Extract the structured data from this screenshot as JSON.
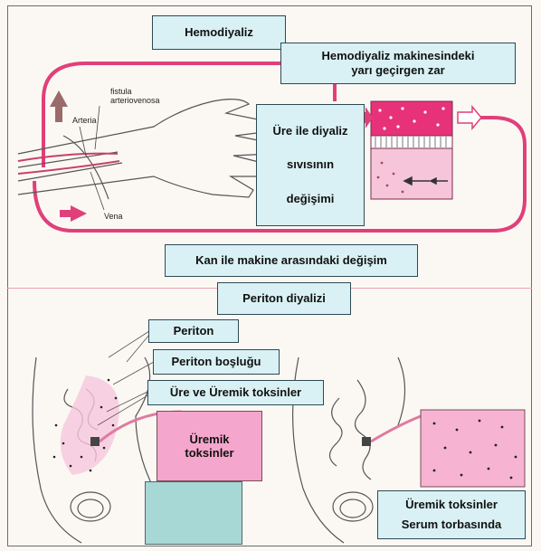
{
  "hemodialysis": {
    "title": "Hemodiyaliz",
    "membrane_line1": "Hemodiyaliz makinesindeki",
    "membrane_line2": "yarı geçirgen zar",
    "exchange_line1": "Üre ile diyaliz",
    "exchange_line2": "sıvısının",
    "exchange_line3": "değişimi",
    "fistula_line1": "fistula",
    "fistula_line2": "arteriovenosa",
    "arteria": "Arteria",
    "vena": "Vena",
    "caption": "Kan ile makine arasındaki değişim"
  },
  "peritoneal": {
    "title": "Periton diyalizi",
    "periton": "Periton",
    "cavity": "Periton boşluğu",
    "toxins_label": "Üre ve Üremik toksinler",
    "toxin_box_line1": "Üremik",
    "toxin_box_line2": "toksinler",
    "bag_line1": "Üremik toksinler",
    "bag_line2": "Serum torbasında"
  },
  "colors": {
    "pink": "#e0407a",
    "label_bg": "#d9f1f4",
    "light_pink": "#f4a6cc",
    "teal": "#a8d8d6"
  }
}
